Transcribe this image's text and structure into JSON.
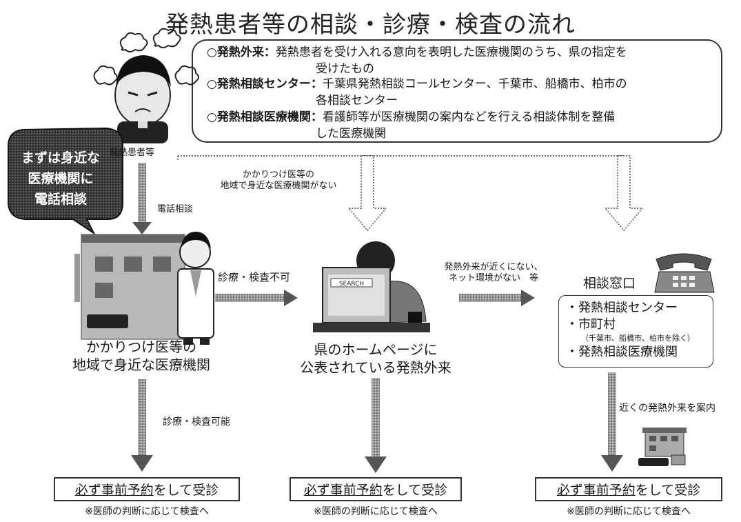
{
  "title": "発熱患者等の相談・診療・検査の流れ",
  "definitions": [
    {
      "term": "○発熱外来：",
      "text": "発熱患者を受け入れる意向を表明した医療機関のうち、県の指定を",
      "cont": "受けたもの"
    },
    {
      "term": "○発熱相談センター：",
      "text": "千葉県発熱相談コールセンター、千葉市、船橋市、柏市の",
      "cont": "各相談センター"
    },
    {
      "term": "○発熱相談医療機関：",
      "text": "看護師等が医療機関の案内などを行える相談体制を整備",
      "cont": "した医療機関"
    }
  ],
  "patient_label": "発熱患者等",
  "bubble_lines": [
    "まずは身近な",
    "医療機関に",
    "電話相談"
  ],
  "phone_label": "電話相談",
  "no_doctor_label": [
    "かかりつけ医等の",
    "地域で身近な医療機関がない"
  ],
  "cannot_label": "診療・検査不可",
  "no_net_label": [
    "発熱外来が近くにない、",
    "ネット環境がない　等"
  ],
  "consult_title": "相談窓口",
  "consult_items": [
    "・発熱相談センター",
    "・市町村",
    "・発熱相談医療機関"
  ],
  "consult_sub": "（千葉市、船橋市、柏市を除く）",
  "nodes": {
    "left": [
      "かかりつけ医等の",
      "地域で身近な医療機関"
    ],
    "center": [
      "県のホームページに",
      "公表されている発熱外来"
    ]
  },
  "can_label": "診療・検査可能",
  "guide_label": "近くの発熱外来を案内",
  "screen_text": "SEARCH",
  "reserve": {
    "emph": "必ず事前予約",
    "rest": "をして受診"
  },
  "note": "※医師の判断に応じて検査へ"
}
